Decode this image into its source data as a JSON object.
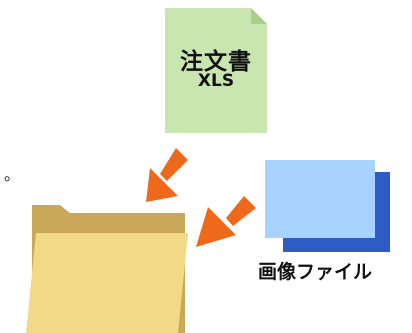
{
  "document": {
    "title": "注文書",
    "subtitle": "XLS",
    "fill_color": "#c9e6b0",
    "fold_color": "#a9cf8c"
  },
  "image_files": {
    "label": "画像ファイル",
    "front_color": "#a8d3ff",
    "back_color": "#2c5cc4"
  },
  "folder": {
    "front_color": "#f2d988",
    "back_color": "#c9a85a"
  },
  "arrows": {
    "color": "#ee6a1a"
  },
  "stray_mark": "。"
}
